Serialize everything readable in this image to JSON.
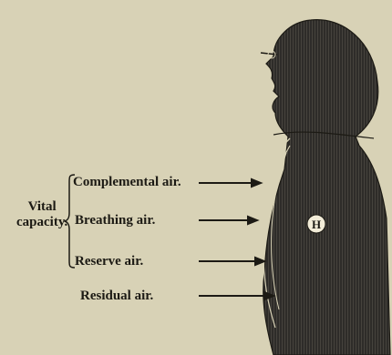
{
  "group_label": {
    "line1": "Vital",
    "line2": "capacity."
  },
  "labels": {
    "complemental": "Complemental air.",
    "breathing": "Breathing air.",
    "reserve": "Reserve air.",
    "residual": "Residual air."
  },
  "heart_marker": "H",
  "colors": {
    "paper": "#d8d2b6",
    "ink": "#1c1a14",
    "silhouette": "#2e2c29"
  }
}
